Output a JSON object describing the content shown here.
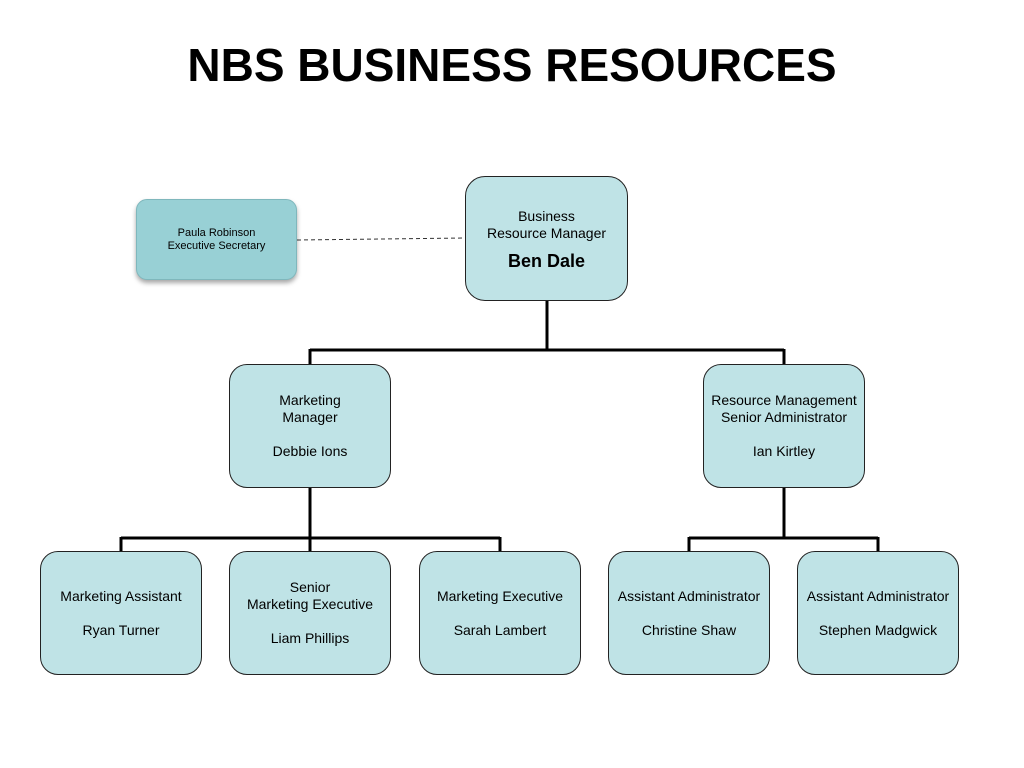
{
  "title": "NBS BUSINESS RESOURCES",
  "colors": {
    "node_fill": "#bfe3e6",
    "secretary_fill": "#98d0d5",
    "line": "#000000"
  },
  "secretary": {
    "name": "Paula Robinson",
    "role": "Executive Secretary"
  },
  "root": {
    "role": "Business\nResource Manager",
    "person": "Ben Dale"
  },
  "managers": [
    {
      "role": "Marketing\nManager",
      "person": "Debbie Ions",
      "reports": [
        {
          "role": "Marketing Assistant",
          "person": "Ryan Turner"
        },
        {
          "role": "Senior\nMarketing Executive",
          "person": "Liam Phillips"
        },
        {
          "role": "Marketing Executive",
          "person": "Sarah Lambert"
        }
      ]
    },
    {
      "role": "Resource Management\nSenior Administrator",
      "person": "Ian Kirtley",
      "reports": [
        {
          "role": "Assistant Administrator",
          "person": "Christine Shaw"
        },
        {
          "role": "Assistant Administrator",
          "person": "Stephen Madgwick"
        }
      ]
    }
  ]
}
